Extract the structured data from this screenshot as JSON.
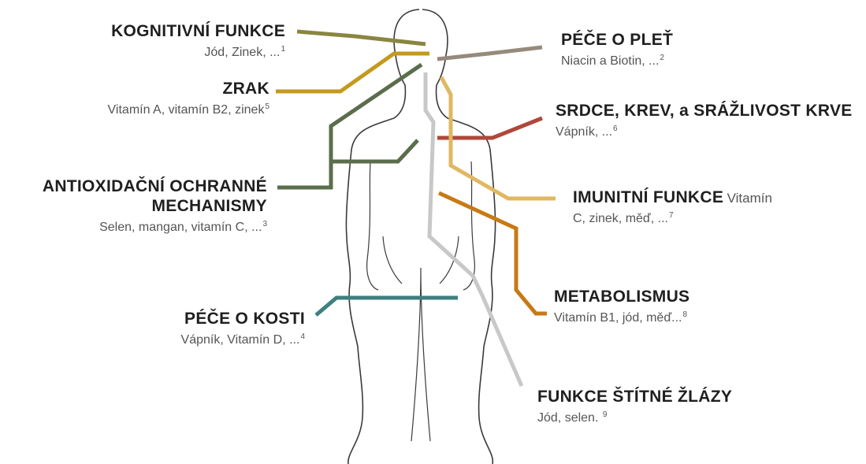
{
  "callouts": {
    "kognitivni": {
      "title": "KOGNITIVNÍ FUNKCE",
      "nutrients": "Jód, Zinek, ...",
      "ref": "1",
      "color": "#8a8640"
    },
    "plet": {
      "title": "PÉČE O PLEŤ",
      "nutrients": "Niacin a Biotin, ...",
      "ref": "2",
      "color": "#968a7c"
    },
    "zrak": {
      "title": "ZRAK",
      "nutrients": "Vitamín A, vitamín B2, zinek",
      "ref": "5",
      "color": "#c49a1e"
    },
    "srdce": {
      "title": "SRDCE, KREV, a SRÁŽLIVOST KRVE",
      "nutrients": "Vápník, ...",
      "ref": "6",
      "color": "#b0473a"
    },
    "antioxidacni": {
      "title_line1": "ANTIOXIDAČNÍ OCHRANNÉ",
      "title_line2": "MECHANISMY",
      "nutrients": "Selen, mangan, vitamín C, ...",
      "ref": "3",
      "color": "#5b6e4c"
    },
    "imunitni": {
      "title": "IMUNITNÍ FUNKCE",
      "title_suffix": "Vitamín",
      "nutrients": "C, zinek, měď, ...",
      "ref": "7",
      "color": "#e0b861"
    },
    "metabolismus": {
      "title": "METABOLISMUS",
      "nutrients": "Vitamín B1, jód, měď...",
      "ref": "8",
      "color": "#c77a14"
    },
    "kosti": {
      "title": "PÉČE O KOSTI",
      "nutrients": "Vápník, Vitamín D, ...",
      "ref": "4",
      "color": "#3f8080"
    },
    "stitna": {
      "title": "FUNKCE ŠTÍTNÉ ŽLÁZY",
      "nutrients": "Jód, selen.",
      "ref": "9",
      "color": "#c8c8c8"
    }
  }
}
